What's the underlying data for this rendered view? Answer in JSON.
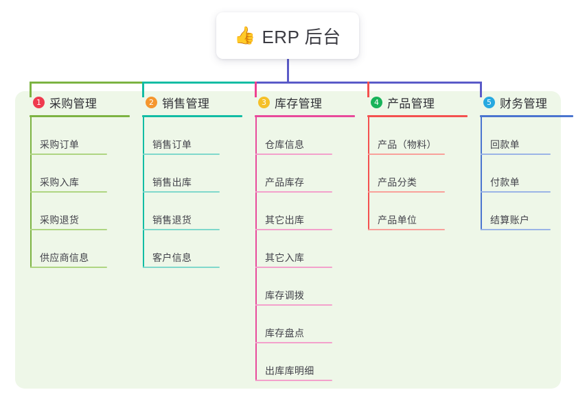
{
  "root": {
    "emoji": "👍",
    "emoji_name": "thumbs-up-icon",
    "title": "ERP 后台"
  },
  "palette": {
    "panel_background": "#eef7e8",
    "page_background": "#ffffff",
    "title_text": "#3b3b42"
  },
  "connectors": {
    "trunk_color": "#5a5ac8",
    "segment_1_color": "#7cb342",
    "segment_2_color": "#12bca4",
    "segment_3_color": "#5a5ac8"
  },
  "columns": [
    {
      "index": "1",
      "badge_number": "1",
      "badge_color": "#ef3b4f",
      "title": "采购管理",
      "accent": "#7cb342",
      "accent_light": "#aed581",
      "drop_color": "#7cb342",
      "items": [
        {
          "label": "采购订单"
        },
        {
          "label": "采购入库"
        },
        {
          "label": "采购退货"
        },
        {
          "label": "供应商信息"
        }
      ]
    },
    {
      "index": "2",
      "badge_number": "2",
      "badge_color": "#f5962e",
      "title": "销售管理",
      "accent": "#12bca4",
      "accent_light": "#7fd8cb",
      "drop_color": "#12bca4",
      "items": [
        {
          "label": "销售订单"
        },
        {
          "label": "销售出库"
        },
        {
          "label": "销售退货"
        },
        {
          "label": "客户信息"
        }
      ]
    },
    {
      "index": "3",
      "badge_number": "3",
      "badge_color": "#f5c028",
      "title": "库存管理",
      "accent": "#e8499a",
      "accent_light": "#f3a0cb",
      "drop_color": "#ee4090",
      "items": [
        {
          "label": "仓库信息"
        },
        {
          "label": "产品库存"
        },
        {
          "label": "其它出库"
        },
        {
          "label": "其它入库"
        },
        {
          "label": "库存调拨"
        },
        {
          "label": "库存盘点"
        },
        {
          "label": "出库库明细"
        }
      ]
    },
    {
      "index": "4",
      "badge_number": "4",
      "badge_color": "#18b359",
      "title": "产品管理",
      "accent": "#f4504e",
      "accent_light": "#f9a09a",
      "drop_color": "#f4504e",
      "items": [
        {
          "label": "产品（物料）"
        },
        {
          "label": "产品分类"
        },
        {
          "label": "产品单位"
        }
      ]
    },
    {
      "index": "5",
      "badge_number": "5",
      "badge_color": "#27a9e0",
      "title": "财务管理",
      "accent": "#4a74cf",
      "accent_light": "#9ab4e6",
      "drop_color": "#5a5ac8",
      "items": [
        {
          "label": "回款单"
        },
        {
          "label": "付款单"
        },
        {
          "label": "结算账户"
        }
      ]
    }
  ]
}
